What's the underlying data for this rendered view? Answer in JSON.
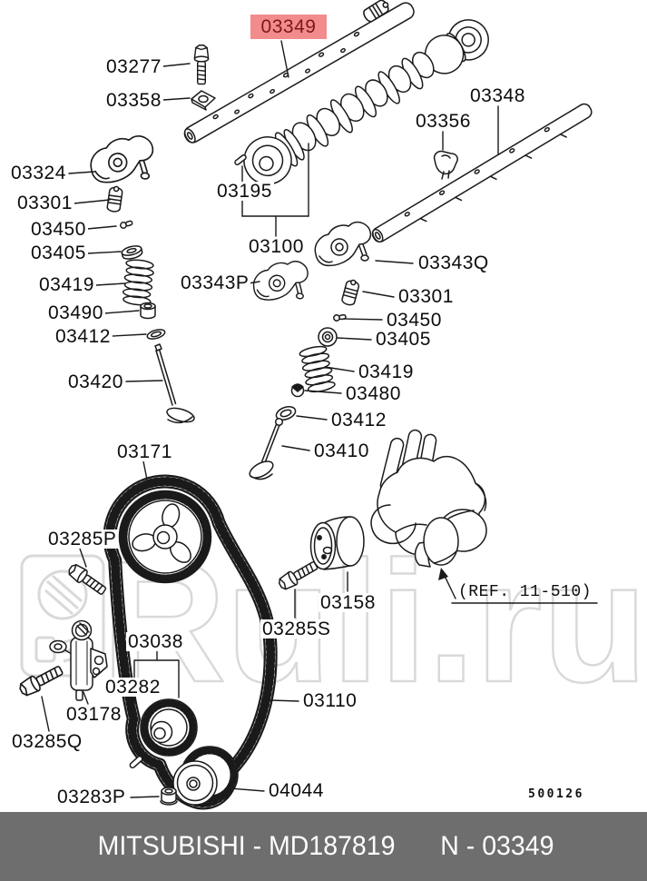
{
  "highlight": {
    "text": "03349"
  },
  "labels": [
    {
      "text": "03277"
    },
    {
      "text": "03358"
    },
    {
      "text": "03348"
    },
    {
      "text": "03356"
    },
    {
      "text": "03324"
    },
    {
      "text": "03195"
    },
    {
      "text": "03301"
    },
    {
      "text": "03450"
    },
    {
      "text": "03100"
    },
    {
      "text": "03405"
    },
    {
      "text": "03343Q"
    },
    {
      "text": "03343P"
    },
    {
      "text": "03419"
    },
    {
      "text": "03301"
    },
    {
      "text": "03490"
    },
    {
      "text": "03450"
    },
    {
      "text": "03412"
    },
    {
      "text": "03405"
    },
    {
      "text": "03419"
    },
    {
      "text": "03420"
    },
    {
      "text": "03480"
    },
    {
      "text": "03412"
    },
    {
      "text": "03410"
    },
    {
      "text": "03171"
    },
    {
      "text": "03285P"
    },
    {
      "text": "03158"
    },
    {
      "text": "03285S"
    },
    {
      "text": "03038"
    },
    {
      "text": "03282"
    },
    {
      "text": "03110"
    },
    {
      "text": "03178"
    },
    {
      "text": "03285Q"
    },
    {
      "text": "04044"
    },
    {
      "text": "03283P"
    }
  ],
  "ref_note": {
    "text": "(REF. 11-510)"
  },
  "sheet_code": {
    "text": "500126"
  },
  "watermark": {
    "text": "Ruli.ru"
  },
  "footer": {
    "left": "MITSUBISHI - MD187819",
    "right": "N - 03349"
  },
  "colors": {
    "line": "#1a1a1a",
    "highlight_bg": "#f28b8b",
    "highlight_text": "#7e1818",
    "footer_bg": "#6e6e6e",
    "footer_text": "#ffffff",
    "watermark": "#d9d9d9"
  }
}
